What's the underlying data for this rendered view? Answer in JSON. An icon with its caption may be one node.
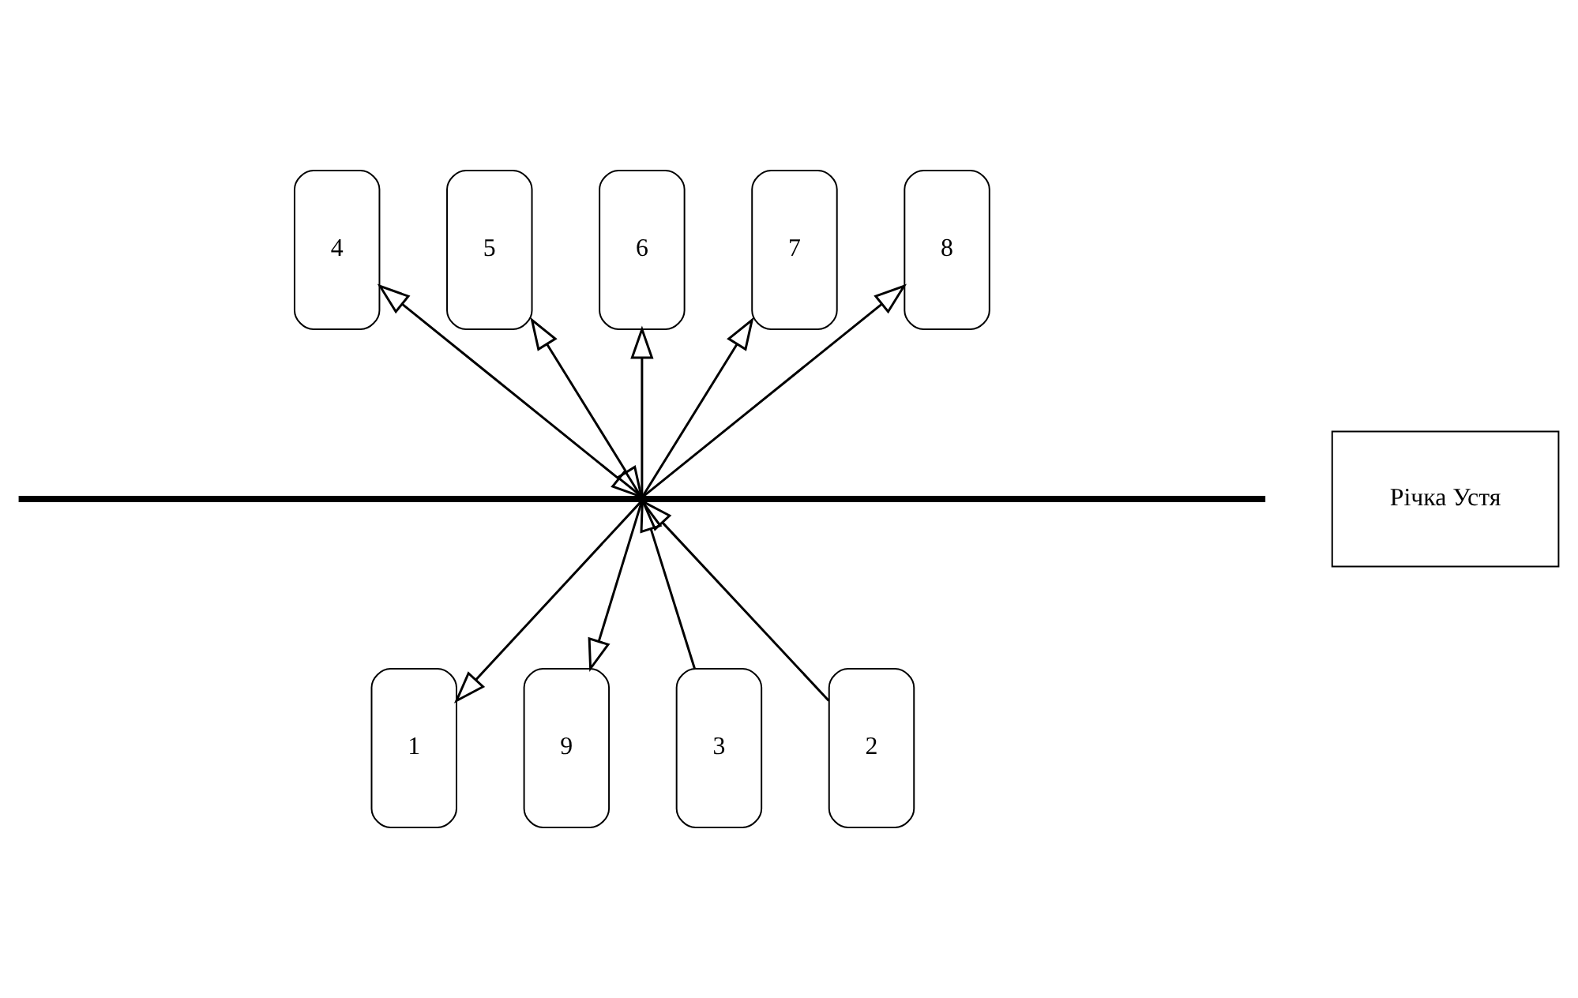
{
  "diagram": {
    "nodes": [
      {
        "text": [
          "4"
        ]
      },
      {
        "text": [
          "5"
        ]
      },
      {
        "text": [
          "6"
        ]
      },
      {
        "text": [
          "7"
        ]
      },
      {
        "text": [
          "8"
        ]
      },
      {
        "text": [],
        "shape": "bar"
      },
      {
        "text": [
          "Річка Устя"
        ]
      },
      {
        "text": [
          "3"
        ]
      },
      {
        "text": [
          "2"
        ]
      },
      {
        "text": [
          "1"
        ]
      },
      {
        "text": [
          "9"
        ]
      }
    ],
    "edges": [
      {
        "from": 0,
        "to": 5,
        "arrow": "both"
      },
      {
        "from": 1,
        "to": 5,
        "arrow": "both"
      },
      {
        "from": 5,
        "to": 2,
        "arrow": "to"
      },
      {
        "from": 5,
        "to": 3,
        "arrow": "to"
      },
      {
        "from": 5,
        "to": 4,
        "arrow": "to"
      },
      {
        "from": 7,
        "to": 5,
        "arrow": "to"
      },
      {
        "from": 8,
        "to": 5,
        "arrow": "to"
      },
      {
        "from": 5,
        "to": 9,
        "arrow": "to"
      },
      {
        "from": 5,
        "to": 10,
        "arrow": "to"
      }
    ]
  }
}
